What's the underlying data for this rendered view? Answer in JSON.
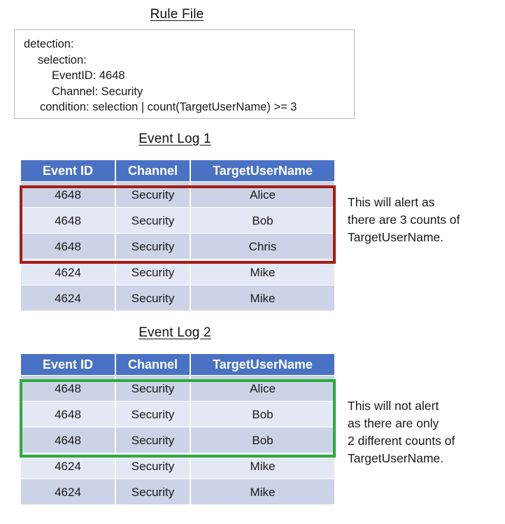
{
  "titles": {
    "rule_file": "Rule File",
    "event_log_1": "Event Log 1",
    "event_log_2": "Event Log 2"
  },
  "rule_file": {
    "lines": [
      "detection:",
      "selection:",
      "EventID: 4648",
      "Channel: Security",
      "condition: selection | count(TargetUserName) >= 3"
    ]
  },
  "table_columns": [
    "Event ID",
    "Channel",
    "TargetUserName"
  ],
  "event_log_1": {
    "rows": [
      [
        "4648",
        "Security",
        "Alice"
      ],
      [
        "4648",
        "Security",
        "Bob"
      ],
      [
        "4648",
        "Security",
        "Chris"
      ],
      [
        "4624",
        "Security",
        "Mike"
      ],
      [
        "4624",
        "Security",
        "Mike"
      ]
    ]
  },
  "event_log_2": {
    "rows": [
      [
        "4648",
        "Security",
        "Alice"
      ],
      [
        "4648",
        "Security",
        "Bob"
      ],
      [
        "4648",
        "Security",
        "Bob"
      ],
      [
        "4624",
        "Security",
        "Mike"
      ],
      [
        "4624",
        "Security",
        "Mike"
      ]
    ]
  },
  "annotations": {
    "alert": [
      "This will alert as",
      "there are 3 counts of",
      "TargetUserName."
    ],
    "no_alert": [
      "This will not alert",
      "as there are only",
      "2 different counts of",
      "TargetUserName."
    ]
  },
  "colors": {
    "header_blue": "#4a72c4",
    "row_dark": "#ccd3e7",
    "row_light": "#e4e8f4",
    "highlight_red": "#a61c17",
    "highlight_green": "#2bab3a",
    "rule_box_border": "#b6b6b6"
  }
}
